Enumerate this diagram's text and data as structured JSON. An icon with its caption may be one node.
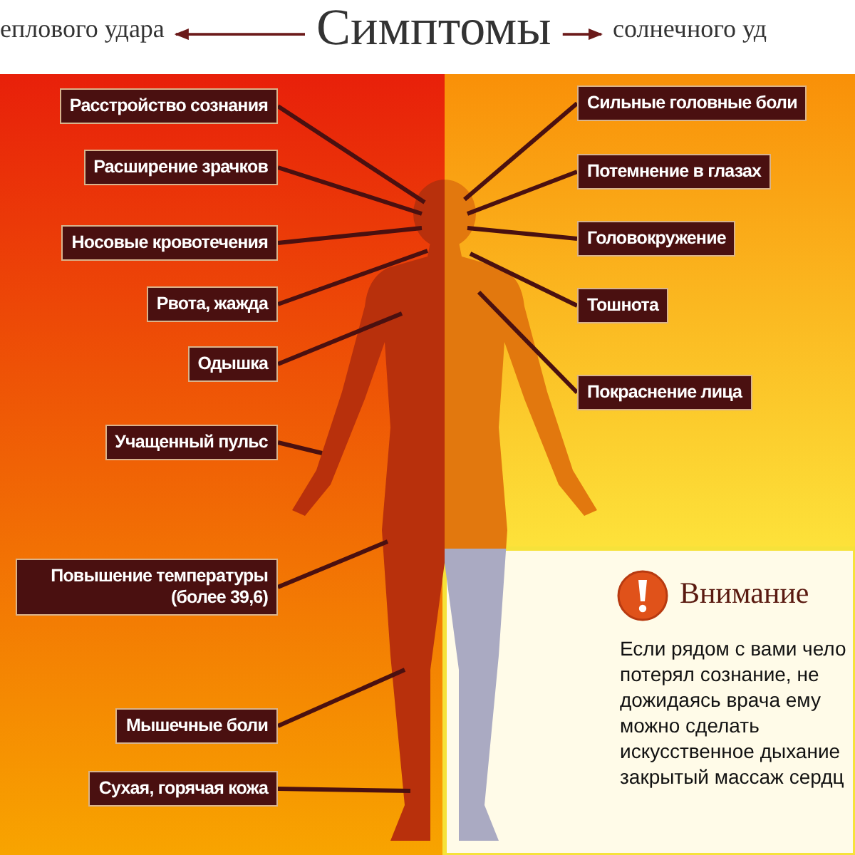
{
  "diagram": {
    "nodes": [
      {
        "text": [
          "еплового удара"
        ]
      },
      {
        "text": [
          "Симптомы"
        ]
      },
      {
        "text": [
          "солнечного уд"
        ]
      },
      {
        "text": [
          "Расстройство сознания"
        ]
      },
      {
        "text": [
          "Расширение зрачков"
        ]
      },
      {
        "text": [
          "Носовые кровотечения"
        ]
      },
      {
        "text": [
          "Рвота, жажда"
        ]
      },
      {
        "text": [
          "Одышка"
        ]
      },
      {
        "text": [
          "Учащенный пульс"
        ]
      },
      {
        "text": [
          "Повышение температуры (более 39,6)"
        ]
      },
      {
        "text": [
          "Мышечные боли"
        ]
      },
      {
        "text": [
          "Сухая, горячая кожа"
        ]
      },
      {
        "text": [
          "Сильные головные боли"
        ]
      },
      {
        "text": [
          "Потемнение в глазах"
        ]
      },
      {
        "text": [
          "Головокружение"
        ]
      },
      {
        "text": [
          "Тошнота"
        ]
      },
      {
        "text": [
          "Покраснение лица"
        ]
      },
      {
        "text": [],
        "shape": "person"
      },
      {
        "text": [
          "Внимание",
          "Если рядом с вами чело потерял сознание, не дожидаясь врача ему можно сделать искусственное дыхание закрытый массаж сердц"
        ]
      }
    ],
    "edges": [
      {
        "from": 1,
        "to": 0,
        "arrow": "to"
      },
      {
        "from": 1,
        "to": 2,
        "arrow": "to"
      },
      {
        "from": 3,
        "to": 17,
        "arrow": "none"
      },
      {
        "from": 4,
        "to": 17,
        "arrow": "none"
      },
      {
        "from": 5,
        "to": 17,
        "arrow": "none"
      },
      {
        "from": 6,
        "to": 17,
        "arrow": "none"
      },
      {
        "from": 7,
        "to": 17,
        "arrow": "none"
      },
      {
        "from": 8,
        "to": 17,
        "arrow": "none"
      },
      {
        "from": 9,
        "to": 17,
        "arrow": "none"
      },
      {
        "from": 10,
        "to": 17,
        "arrow": "none"
      },
      {
        "from": 11,
        "to": 17,
        "arrow": "none"
      },
      {
        "from": 12,
        "to": 17,
        "arrow": "none"
      },
      {
        "from": 13,
        "to": 17,
        "arrow": "none"
      },
      {
        "from": 14,
        "to": 17,
        "arrow": "none"
      },
      {
        "from": 15,
        "to": 17,
        "arrow": "none"
      },
      {
        "from": 16,
        "to": 17,
        "arrow": "none"
      }
    ]
  }
}
